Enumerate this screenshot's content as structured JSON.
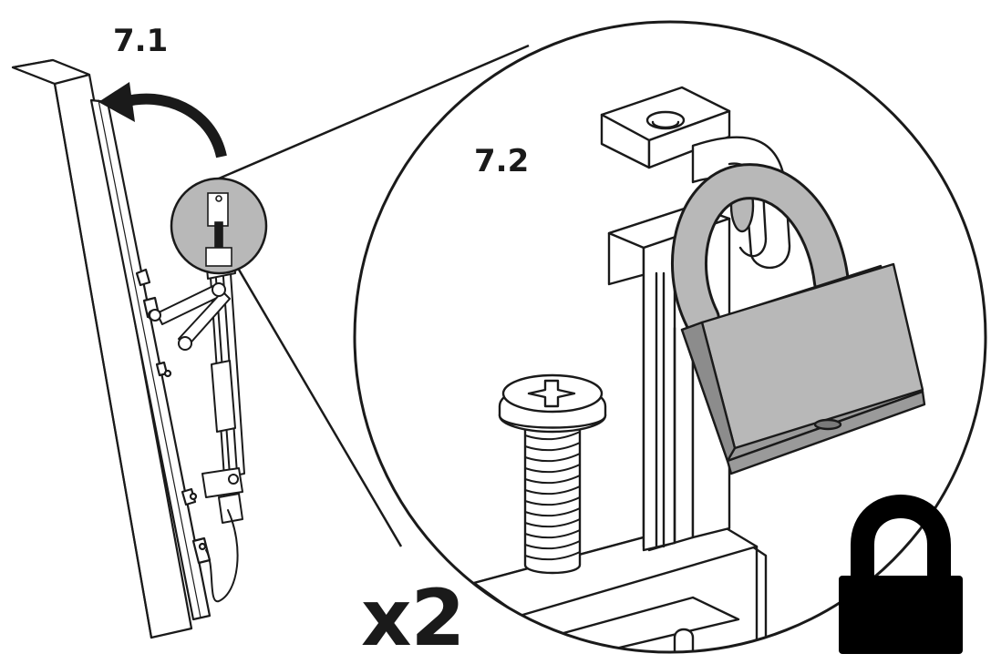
{
  "steps": {
    "step_7_1": "7.1",
    "step_7_2": "7.2"
  },
  "quantity": "x2",
  "icons": {
    "lock": "padlock-icon",
    "arrow": "curved-arrow-icon"
  },
  "colors": {
    "line": "#1a1a1a",
    "fill_light": "#ffffff",
    "fill_gray": "#b8b8b8",
    "fill_mid": "#9a9a9a",
    "icon_black": "#000000"
  }
}
